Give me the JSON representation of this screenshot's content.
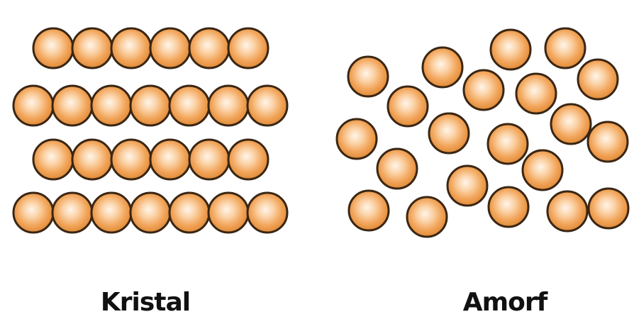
{
  "panels": [
    {
      "id": "crystal",
      "label": "Kristal",
      "arrangement": "ordered"
    },
    {
      "id": "amorphous",
      "label": "Amorf",
      "arrangement": "random"
    }
  ],
  "colors": {
    "atom_highlight": "#fff3e6",
    "atom_mid": "#f7b26a",
    "atom_fill": "#e8913e",
    "atom_outline": "#3a2614",
    "background": "#ffffff"
  }
}
